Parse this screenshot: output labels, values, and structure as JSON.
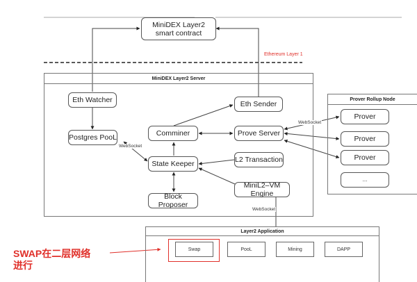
{
  "diagram": {
    "layer1_label": "Ethereum Layer 1",
    "smart_contract": "MiniDEX Layer2\nsmart contract",
    "smart_contract_line1": "MiniDEX Layer2",
    "smart_contract_line2": "smart contract",
    "server": {
      "title": "MiniDEX Layer2 Server",
      "nodes": {
        "eth_watcher": "Eth Watcher",
        "postgres_pool": "Postgres PooL",
        "comminer": "Comminer",
        "eth_sender": "Eth Sender",
        "prove_server": "Prove Server",
        "state_keeper": "State Keeper",
        "l2_transaction": "L2 Transaction",
        "block_proposer": "Block Proposer",
        "vm_engine": "MiniL2–VM Engine"
      }
    },
    "prover_node": {
      "title": "Prover Rollup Node",
      "provers": [
        "Prover",
        "Prover",
        "Prover",
        "..."
      ]
    },
    "application": {
      "title": "Layer2 Application",
      "items": [
        "Swap",
        "PooL",
        "Mining",
        "DAPP"
      ]
    },
    "edge_labels": {
      "ws_postgres": "WebSocket",
      "ws_prover": "WebSocket",
      "ws_app": "WebSocket"
    },
    "annotation": "SWAP在二层网络进行",
    "colors": {
      "highlight": "#e0302a",
      "line": "#444444"
    }
  }
}
